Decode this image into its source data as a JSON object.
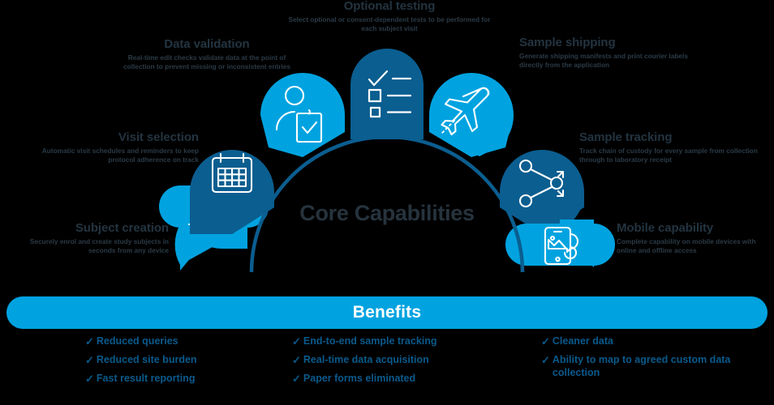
{
  "center": {
    "title": "Core Capabilities"
  },
  "colors": {
    "cyan": "#00A3E0",
    "dark_blue": "#0B5E90",
    "arc_blue": "#0B5E90",
    "text_dark": "#25323c",
    "benefit_text": "#0a5a8c",
    "background": "#000000"
  },
  "capabilities": [
    {
      "id": "subject-creation",
      "title": "Subject creation",
      "desc": "Securely enrol and create study subjects in seconds from any device",
      "icon": "subject-card-icon",
      "color": "cyan"
    },
    {
      "id": "visit-selection",
      "title": "Visit selection",
      "desc": "Automatic visit schedules and reminders to keep protocol adherence on track",
      "icon": "calendar-icon",
      "color": "dark_blue"
    },
    {
      "id": "data-validation",
      "title": "Data validation",
      "desc": "Real-time edit checks validate data at the point of collection to prevent missing or inconsistent entries",
      "icon": "person-badge-icon",
      "color": "cyan"
    },
    {
      "id": "optional-testing",
      "title": "Optional testing",
      "desc": "Select optional or consent-dependent tests to be performed for each subject visit",
      "icon": "checklist-icon",
      "color": "dark_blue"
    },
    {
      "id": "sample-shipping",
      "title": "Sample shipping",
      "desc": "Generate shipping manifests and print courier labels directly from the application",
      "icon": "airplane-icon",
      "color": "cyan"
    },
    {
      "id": "sample-tracking",
      "title": "Sample tracking",
      "desc": "Track chain of custody for every sample from collection through to laboratory receipt",
      "icon": "share-nodes-icon",
      "color": "dark_blue"
    },
    {
      "id": "mobile-capability",
      "title": "Mobile capability",
      "desc": "Complete capability on mobile devices with online and offline access",
      "icon": "mobile-phone-icon",
      "color": "cyan"
    }
  ],
  "benefits": {
    "header": "Benefits",
    "check_glyph": "✓",
    "columns": [
      {
        "id": "column-1",
        "items": [
          "Reduced queries",
          "Reduced site burden",
          "Fast result reporting"
        ]
      },
      {
        "id": "column-2",
        "items": [
          "End-to-end sample tracking",
          "Real-time data acquisition",
          "Paper forms eliminated"
        ]
      },
      {
        "id": "column-3",
        "items": [
          "Cleaner data",
          "Ability to map to agreed custom data collection"
        ]
      }
    ]
  }
}
